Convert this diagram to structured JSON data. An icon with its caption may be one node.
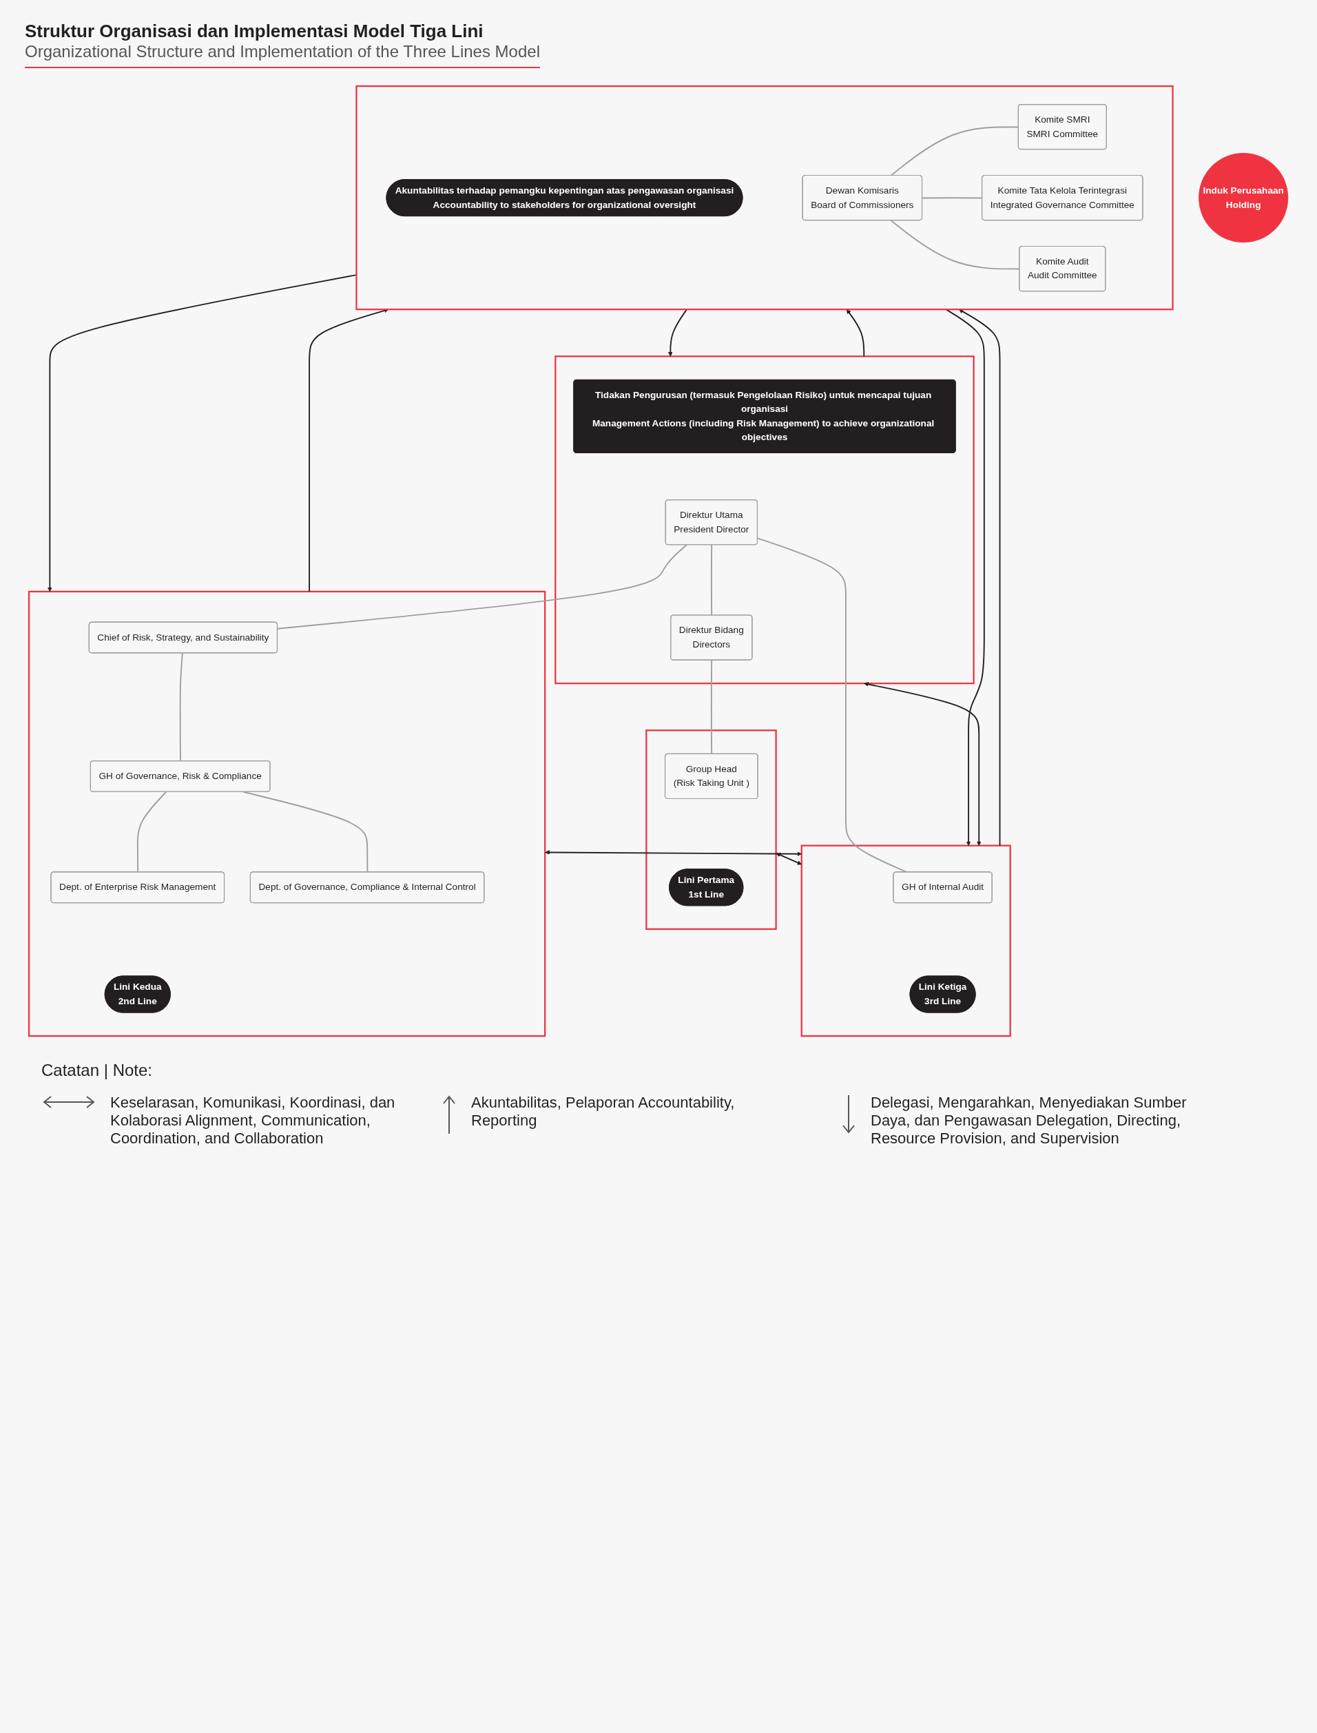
{
  "diagram": {
    "title": "Struktur Organisasi dan Implementasi Model Tiga Lini",
    "nodes": [
      {
        "text": [],
        "shape": "box"
      },
      {
        "text": [
          "Akuntabilitas terhadap pemangku kepentingan atas pengawasan organisasi",
          "Accountability to stakeholders for organizational oversight"
        ],
        "in": 0
      },
      {
        "text": [
          "Dewan Komisaris",
          "Board of Commissioners"
        ],
        "in": 0
      },
      {
        "text": [
          "Komite SMRI",
          "SMRI Committee"
        ],
        "in": 0
      },
      {
        "text": [
          "Komite Tata Kelola Terintegrasi",
          "Integrated Governance Committee"
        ],
        "in": 0
      },
      {
        "text": [
          "Komite Audit",
          "Audit Committee"
        ],
        "in": 0
      },
      {
        "text": [
          "Induk Perusahaan",
          "Holding"
        ]
      },
      {
        "text": [],
        "shape": "box"
      },
      {
        "text": [
          "Tidakan Pengurusan (termasuk Pengelolaan Risiko) untuk mencapai tujuan organisasi",
          "Management Actions (including Risk Management) to achieve organizational objectives"
        ],
        "in": 7
      },
      {
        "text": [
          "Direktur Utama",
          "President Director"
        ],
        "in": 7
      },
      {
        "text": [
          "Direktur Bidang",
          "Directors"
        ],
        "in": 7
      },
      {
        "text": [],
        "shape": "box"
      },
      {
        "text": [
          "Group Head",
          "(Risk Taking Unit )"
        ],
        "in": 11
      },
      {
        "text": [
          "Lini Pertama",
          "1st Line"
        ],
        "in": 11
      },
      {
        "text": [],
        "shape": "box"
      },
      {
        "text": [
          "Chief of Risk, Strategy, and Sustainability"
        ],
        "in": 14
      },
      {
        "text": [
          "GH of Governance, Risk & Compliance"
        ],
        "in": 14
      },
      {
        "text": [
          "Dept. of Enterprise Risk Management"
        ],
        "in": 14
      },
      {
        "text": [
          "Dept. of Governance, Compliance & Internal Control"
        ],
        "in": 14
      },
      {
        "text": [
          "Lini Kedua",
          "2nd Line"
        ],
        "in": 14
      },
      {
        "text": [],
        "shape": "box"
      },
      {
        "text": [
          "GH of Internal Audit"
        ],
        "in": 20
      },
      {
        "text": [
          "Lini Ketiga",
          "3rd Line"
        ],
        "in": 20
      }
    ],
    "edges": [
      {
        "from": 2,
        "to": 3,
        "arrow": "none",
        "color": "#9e9e9e"
      },
      {
        "from": 2,
        "to": 4,
        "arrow": "none",
        "color": "#9e9e9e"
      },
      {
        "from": 2,
        "to": 5,
        "arrow": "none",
        "color": "#9e9e9e"
      },
      {
        "from": 0,
        "to": 14,
        "arrow": "to",
        "color": "#231f20"
      },
      {
        "from": 14,
        "to": 0,
        "arrow": "to",
        "color": "#231f20"
      },
      {
        "from": 0,
        "to": 7,
        "arrow": "to",
        "color": "#231f20"
      },
      {
        "from": 7,
        "to": 0,
        "arrow": "to",
        "color": "#231f20"
      },
      {
        "from": 0,
        "to": 20,
        "arrow": "to",
        "color": "#231f20"
      },
      {
        "from": 20,
        "to": 0,
        "arrow": "to",
        "color": "#231f20"
      },
      {
        "from": 9,
        "to": 10,
        "arrow": "none",
        "color": "#9e9e9e"
      },
      {
        "from": 9,
        "to": 15,
        "arrow": "none",
        "color": "#9e9e9e"
      },
      {
        "from": 9,
        "to": 21,
        "arrow": "none",
        "color": "#9e9e9e"
      },
      {
        "from": 10,
        "to": 12,
        "arrow": "none",
        "color": "#9e9e9e"
      },
      {
        "from": 15,
        "to": 16,
        "arrow": "none",
        "color": "#9e9e9e"
      },
      {
        "from": 16,
        "to": 17,
        "arrow": "none",
        "color": "#9e9e9e"
      },
      {
        "from": 16,
        "to": 18,
        "arrow": "none",
        "color": "#9e9e9e"
      },
      {
        "from": 7,
        "to": 20,
        "arrow": "both",
        "color": "#231f20"
      },
      {
        "from": 11,
        "to": 20,
        "arrow": "both",
        "color": "#231f20"
      },
      {
        "from": 14,
        "to": 20,
        "arrow": "both",
        "color": "#231f20"
      }
    ],
    "labels": [
      "Organizational Structure and Implementation of the Three Lines Model",
      "Catatan | Note:"
    ],
    "legend": [
      {
        "text": "Keselarasan, Komunikasi, Koordinasi, dan Kolaborasi Alignment, Communication, Coordination, and Collaboration"
      },
      {
        "text": "Akuntabilitas, Pelaporan Accountability, Reporting"
      },
      {
        "text": "Delegasi, Mengarahkan, Menyediakan Sumber Daya, dan Pengawasan Delegation, Directing, Resource Provision, and Supervision"
      }
    ]
  }
}
